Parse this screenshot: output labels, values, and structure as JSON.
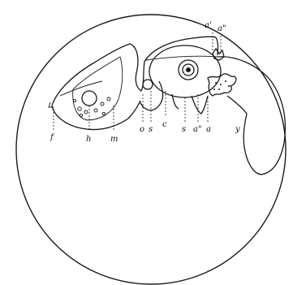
{
  "labels": {
    "a1": "a'",
    "a2": "a\"",
    "f": "f",
    "h": "h",
    "m": "m",
    "o": "o",
    "s1": "s",
    "c": "c",
    "s2": "s",
    "a3": "a\"",
    "a4": "a",
    "y": "y"
  }
}
